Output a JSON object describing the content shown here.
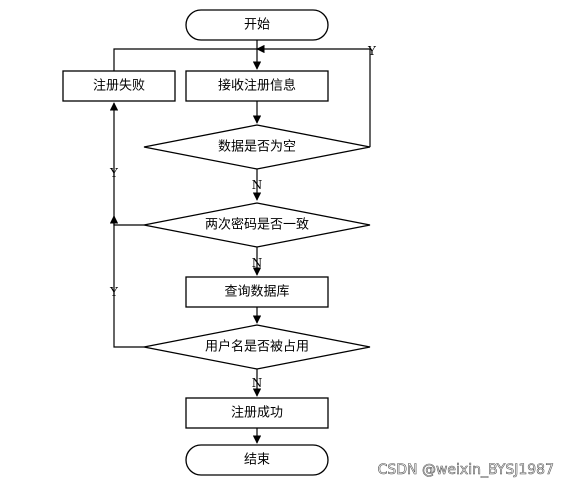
{
  "flowchart": {
    "start": "开始",
    "receive_info": "接收注册信息",
    "check_empty": "数据是否为空",
    "check_passwords": "两次密码是否一致",
    "query_db": "查询数据库",
    "check_username": "用户名是否被占用",
    "register_success": "注册成功",
    "end": "结束",
    "register_fail": "注册失败",
    "label_yes": "Y",
    "label_no": "N"
  },
  "watermark": "CSDN @weixin_BYSJ1987",
  "colors": {
    "stroke": "#000000",
    "fill": "#ffffff",
    "text": "#000000"
  }
}
